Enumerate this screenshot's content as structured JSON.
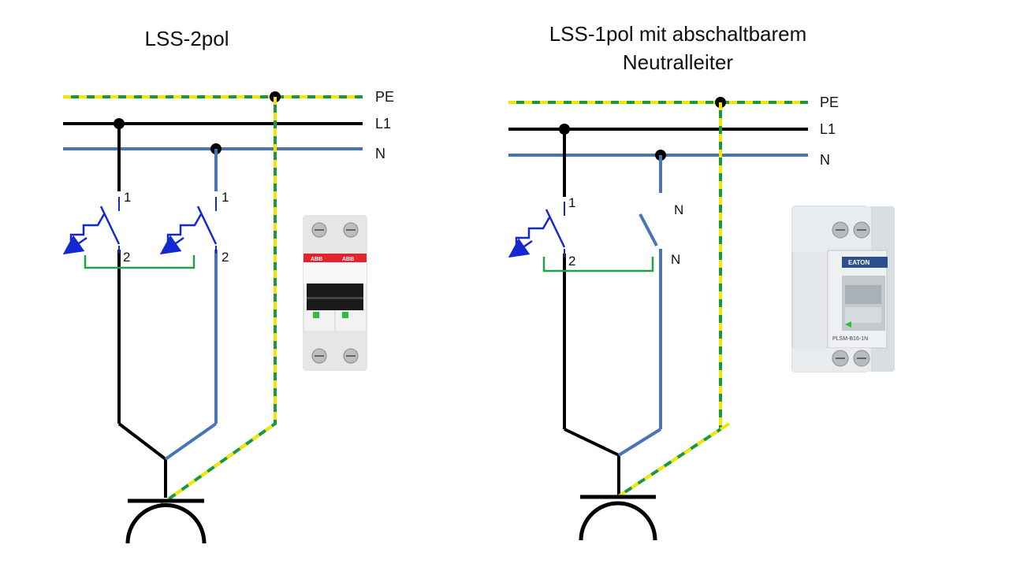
{
  "left": {
    "title": "LSS-2pol",
    "bus": {
      "pe": "PE",
      "l1": "L1",
      "n": "N"
    },
    "terminals": {
      "l1_top": "1",
      "l1_bottom": "2",
      "n_top": "1",
      "n_bottom": "2"
    },
    "device": {
      "brand_a": "ABB",
      "brand_b": "ABB"
    }
  },
  "right": {
    "title_line1": "LSS-1pol mit abschaltbarem",
    "title_line2": "Neutralleiter",
    "bus": {
      "pe": "PE",
      "l1": "L1",
      "n": "N"
    },
    "terminals": {
      "l1_top": "1",
      "l1_bottom": "2",
      "n_top": "N",
      "n_bottom": "N"
    },
    "device": {
      "brand": "EATON",
      "model": "PLSM-B16-1N"
    }
  },
  "colors": {
    "phase": "#000000",
    "neutral": "#4a74b4",
    "pe_green": "#1e9640",
    "pe_yellow": "#f0e800",
    "breaker_symbol": "#1428d2",
    "coupling": "#23a04b",
    "abb_red": "#e0232d",
    "indicator_green": "#2dbf3c"
  }
}
